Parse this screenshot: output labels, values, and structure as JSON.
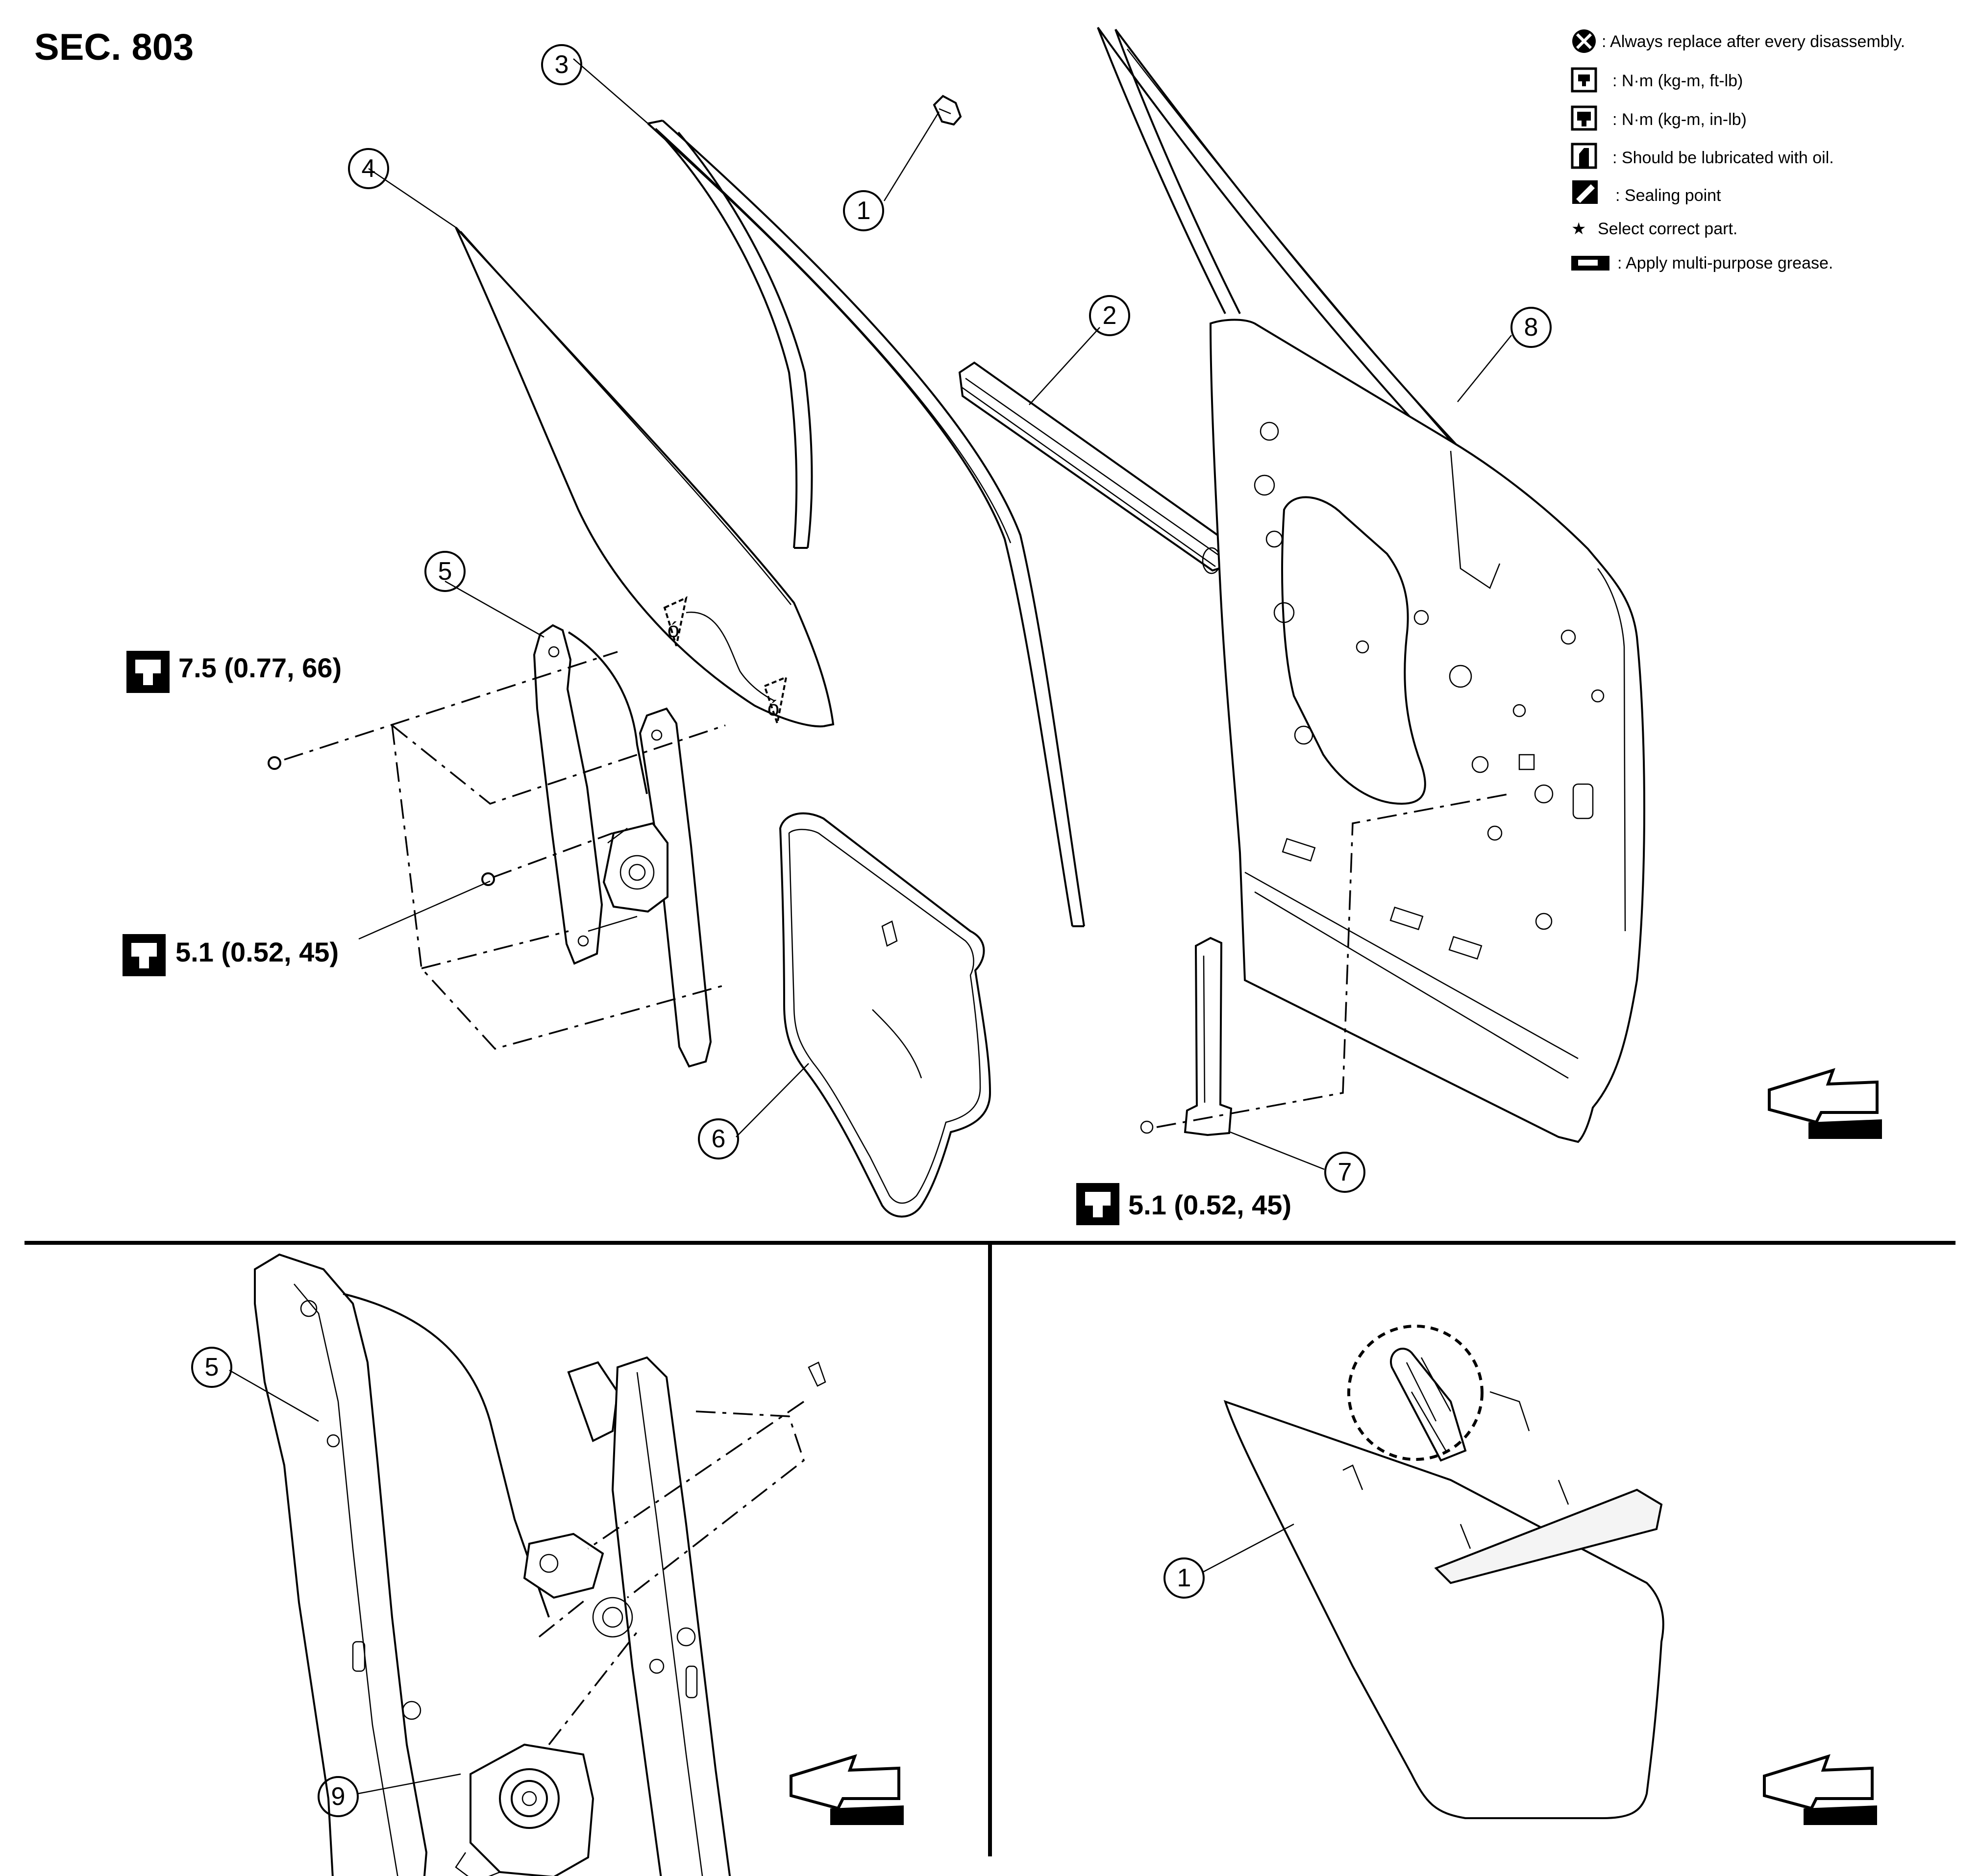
{
  "section_label": "SEC. 803",
  "legend": [
    {
      "icon": "always-replace-icon",
      "text": ": Always replace after every disassembly."
    },
    {
      "icon": "torque-ftlb-icon",
      "text": ": N·m (kg-m, ft-lb)"
    },
    {
      "icon": "torque-inlb-icon",
      "text": ": N·m (kg-m, in-lb)"
    },
    {
      "icon": "lubricate-oil-icon",
      "text": ": Should be lubricated with oil."
    },
    {
      "icon": "sealing-point-icon",
      "text": ": Sealing point"
    },
    {
      "icon": "star-icon",
      "text": "Select correct part."
    },
    {
      "icon": "grease-icon",
      "text": ": Apply multi-purpose grease."
    }
  ],
  "legend_star": "★",
  "torques": {
    "regulator_upper": "7.5 (0.77, 66)",
    "regulator_lower": "5.1 (0.52, 45)",
    "rear_sash": "5.1 (0.52, 45)"
  },
  "callouts": {
    "c1": "1",
    "c2": "2",
    "c3": "3",
    "c4": "4",
    "c5": "5",
    "c6": "6",
    "c7": "7",
    "c8": "8",
    "d5": "5",
    "d9": "9",
    "e1": "1"
  },
  "colors": {
    "line": "#000000",
    "background": "#ffffff"
  }
}
